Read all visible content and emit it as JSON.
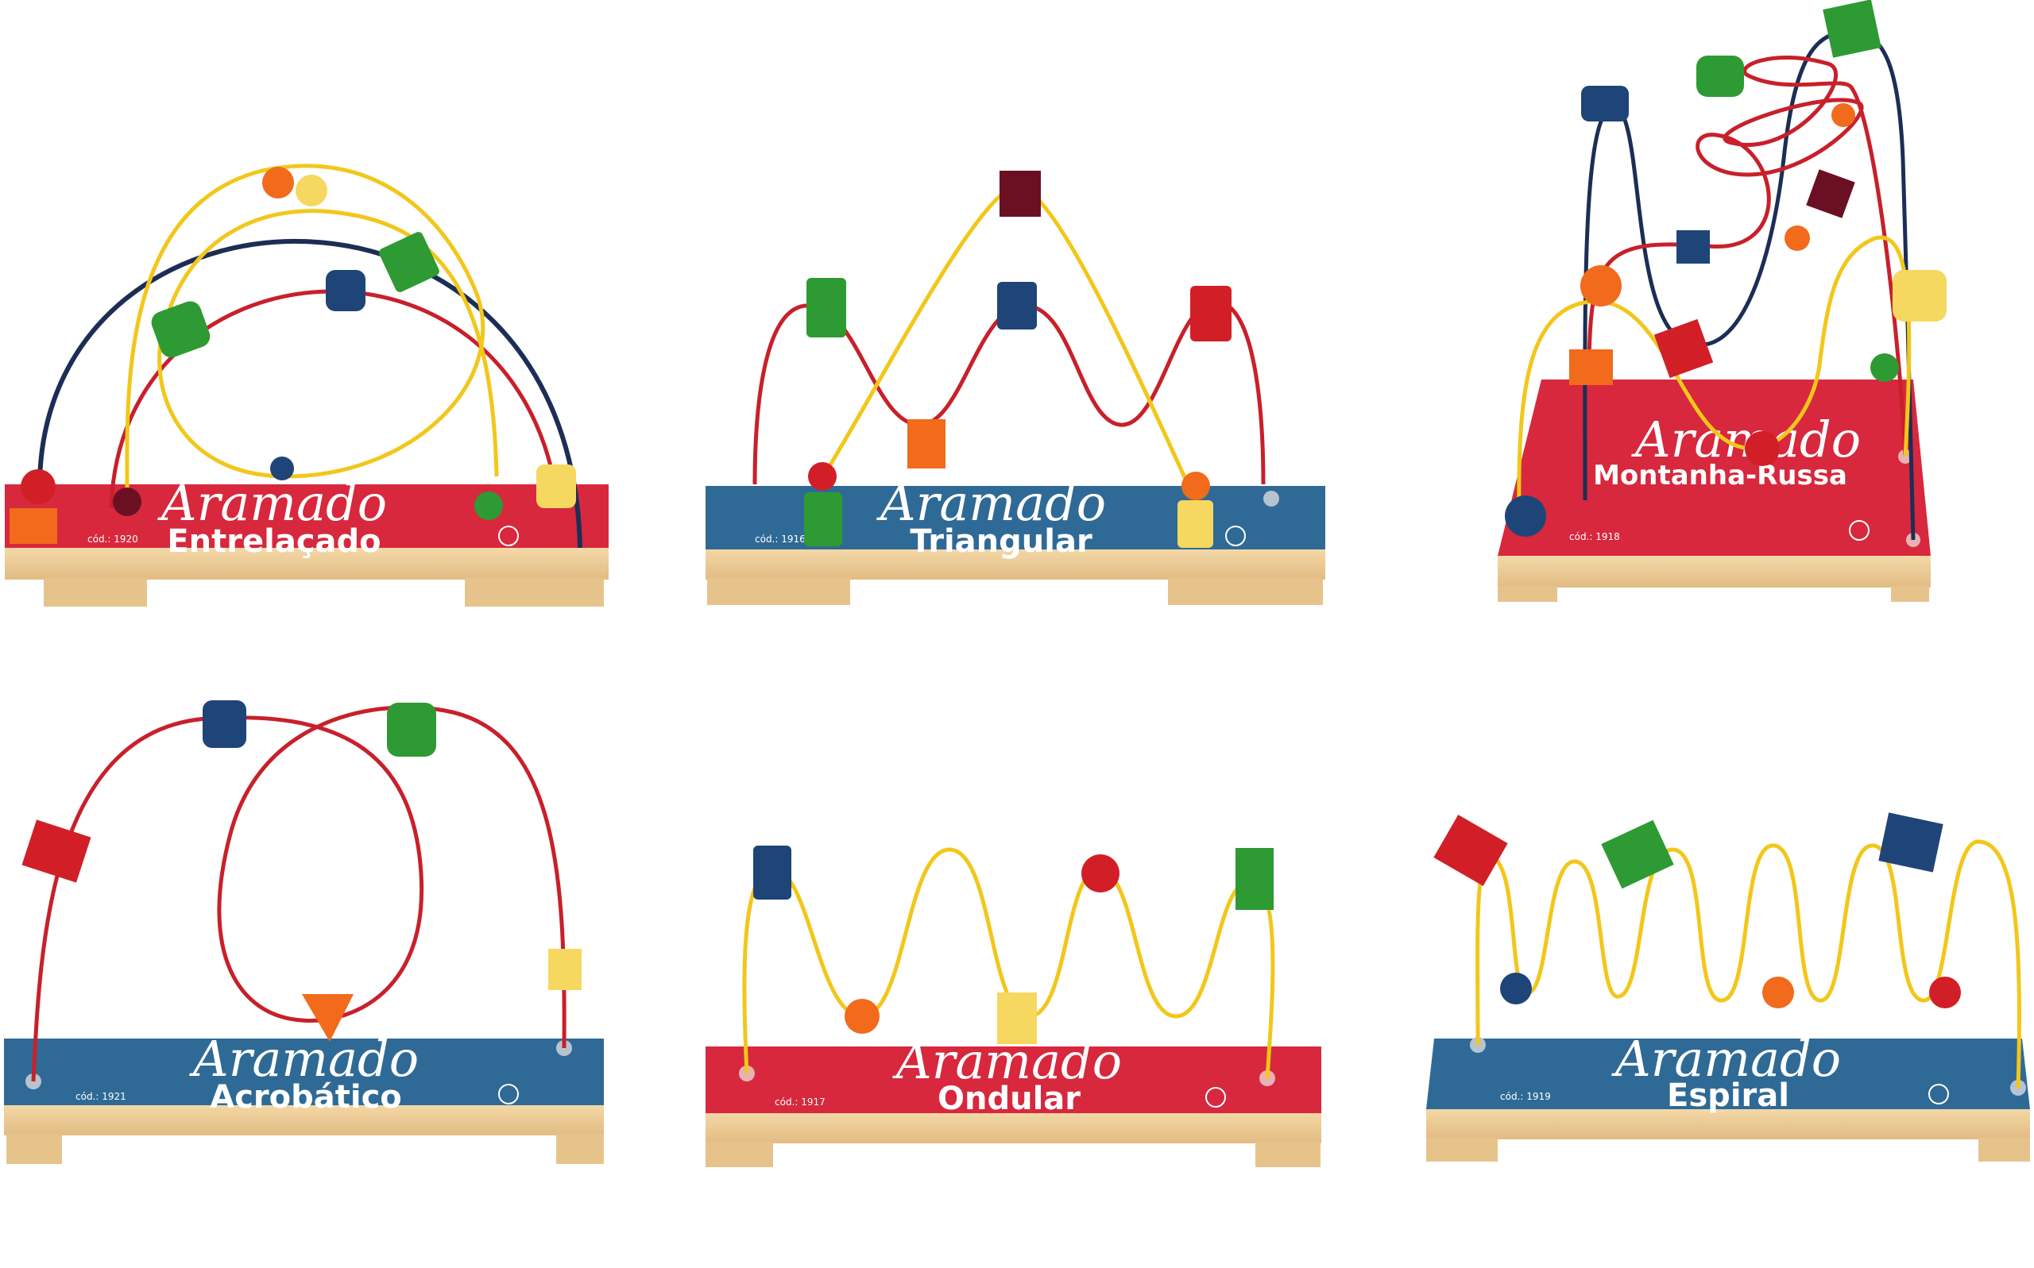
{
  "colors": {
    "red": "#d7283d",
    "blue": "#2f6a96",
    "wood": "#eecc98",
    "wood_dark": "#c99f62",
    "wire_yellow": "#f2c71b",
    "wire_red": "#c8202b",
    "wire_navy": "#1c2e55",
    "bead_green": "#2e9a33",
    "bead_navy": "#1f4578",
    "bead_orange": "#f26a1b",
    "bead_yellow": "#f6d760",
    "bead_maroon": "#6b1023",
    "bead_red": "#d21f27"
  },
  "toys": [
    {
      "brand": "Aramado",
      "name": "Entrelaçado",
      "code": "cód.: 1920",
      "board_color": "red"
    },
    {
      "brand": "Aramado",
      "name": "Triangular",
      "code": "cód.: 1916",
      "board_color": "blue"
    },
    {
      "brand": "Aramado",
      "name": "Montanha-Russa",
      "code": "cód.: 1918",
      "board_color": "red"
    },
    {
      "brand": "Aramado",
      "name": "Acrobático",
      "code": "cód.: 1921",
      "board_color": "blue"
    },
    {
      "brand": "Aramado",
      "name": "Ondular",
      "code": "cód.: 1917",
      "board_color": "red"
    },
    {
      "brand": "Aramado",
      "name": "Espiral",
      "code": "cód.: 1919",
      "board_color": "blue"
    }
  ]
}
